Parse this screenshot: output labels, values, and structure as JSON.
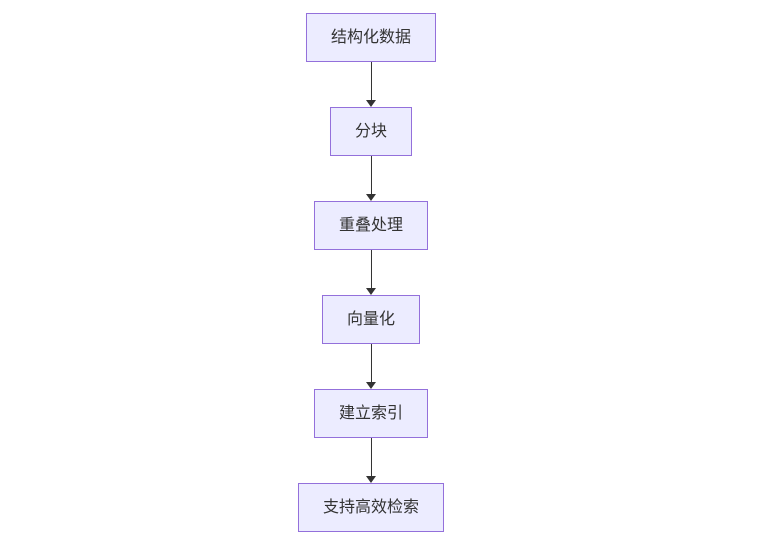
{
  "diagram": {
    "type": "flowchart",
    "direction": "top-down",
    "background": "#ffffff",
    "colors": {
      "node_fill": "#ECECFF",
      "node_border": "#9370DB",
      "node_text": "#333333",
      "arrow": "#333333"
    },
    "nodes": [
      {
        "id": "n1",
        "label": "结构化数据"
      },
      {
        "id": "n2",
        "label": "分块"
      },
      {
        "id": "n3",
        "label": "重叠处理"
      },
      {
        "id": "n4",
        "label": "向量化"
      },
      {
        "id": "n5",
        "label": "建立索引"
      },
      {
        "id": "n6",
        "label": "支持高效检索"
      }
    ],
    "edges": [
      {
        "from": "n1",
        "to": "n2"
      },
      {
        "from": "n2",
        "to": "n3"
      },
      {
        "from": "n3",
        "to": "n4"
      },
      {
        "from": "n4",
        "to": "n5"
      },
      {
        "from": "n5",
        "to": "n6"
      }
    ]
  }
}
